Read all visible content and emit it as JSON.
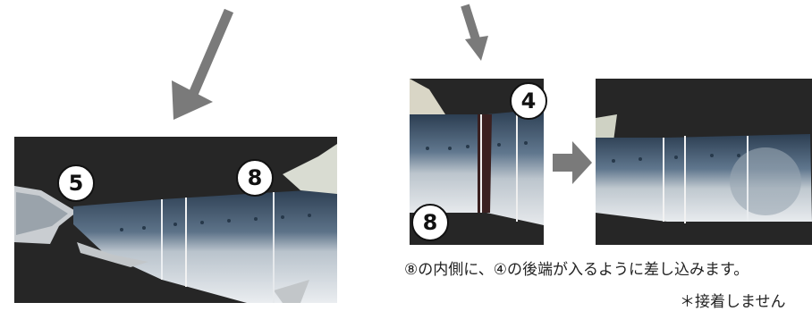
{
  "left_photo": {
    "badge_a": "5",
    "badge_b": "8"
  },
  "middle_photo": {
    "badge_a": "4",
    "badge_b": "8"
  },
  "caption": "⑧の内側に、④の後端が入るように差し込みます。",
  "note": "＊接着しません",
  "colors": {
    "arrow": "#7a7a7a",
    "background": "#262626"
  }
}
